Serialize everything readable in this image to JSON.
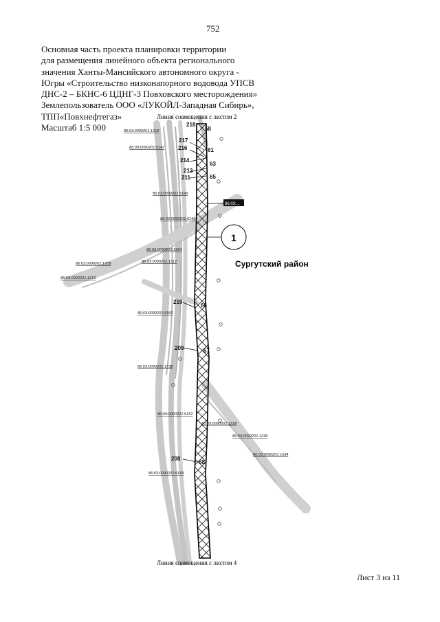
{
  "page_number": "752",
  "header_lines": [
    "Основная часть проекта планировки территории",
    "для размещения линейного объекта регионального",
    "значения Ханты-Мансийского автономного округа -",
    "Югры «Строительство низконапорного водовода УПСВ",
    "ДНС-2 – БКНС-6 ЦДНГ-3 Повховского месторождения»",
    "Землепользователь ООО «ЛУКОЙЛ-Западная Сибирь»,",
    "ТПП«Повхнефтегаз»",
    "Масштаб 1:5 000"
  ],
  "map": {
    "top_label": "Линия совмещения с листом 2",
    "bottom_label": "Линия совмещения с листом 4",
    "district_label": "Сургутский район",
    "callout_number": "1",
    "highlight_label": "86:03:...",
    "point_labels": [
      "218",
      "58",
      "217",
      "216",
      "61",
      "214",
      "63",
      "213",
      "211",
      "65",
      "210",
      "66",
      "209",
      "67",
      "208",
      "68"
    ],
    "cadastral_labels": [
      "86:03:0090201:1219",
      "86:03:0090201:5147",
      "86:03:0090201:5145",
      "86:03:0090201:5146",
      "86:03:0090201:1394",
      "86:03:0090201:1709",
      "86:03:0090201:1517",
      "86:03:0090201:1216",
      "86:03:0090201:5160",
      "86:03:0090201:1738",
      "86:03:0090201:5152",
      "86:03:0090201:1218",
      "86:03:0090201:1236",
      "86:03:0090201:1634",
      "86:03:0090201:5159"
    ]
  },
  "footer": {
    "sheet_label": "Лист 3 из 11"
  }
}
